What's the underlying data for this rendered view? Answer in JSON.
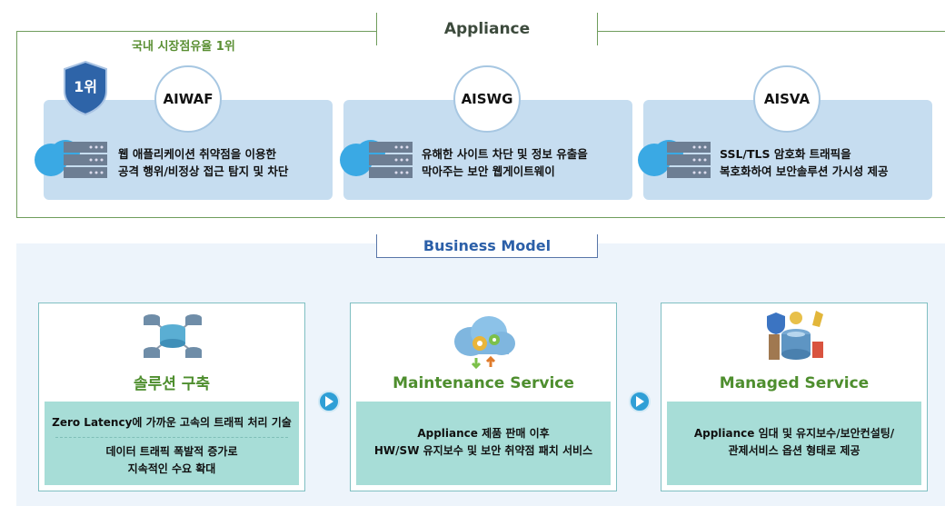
{
  "appliance": {
    "title": "Appliance",
    "subtitle": "국내 시장점유율 1위",
    "badge": "1위",
    "products": [
      {
        "name": "AIWAF",
        "line1": "웹 애플리케이션 취약점을 이용한",
        "line2": "공격 행위/비정상 접근 탐지 및 차단"
      },
      {
        "name": "AISWG",
        "line1": "유해한 사이트 차단 및 정보 유출을",
        "line2": "막아주는 보안 웹게이트웨이"
      },
      {
        "name": "AISVA",
        "line1": "SSL/TLS 암호화 트래픽을",
        "line2": "복호화하여 보안솔루션 가시성 제공"
      }
    ]
  },
  "business_model": {
    "title": "Business Model",
    "cards": [
      {
        "title": "솔루션 구축",
        "line1": "Zero Latency에 가까운 고속의 트래픽 처리 기술",
        "line2": "데이터 트래픽 폭발적 증가로",
        "line3": "지속적인 수요 확대"
      },
      {
        "title": "Maintenance Service",
        "line1": "Appliance 제품 판매 이후",
        "line2": "HW/SW 유지보수 및 보안 취약점 패치 서비스"
      },
      {
        "title": "Managed Service",
        "line1": "Appliance 임대 및 유지보수/보안컨설팅/",
        "line2": "관제서비스 옵션 형태로 제공"
      }
    ]
  },
  "colors": {
    "accent_green": "#4e8e2e",
    "accent_blue": "#2b5fa8",
    "panel_blue": "#c6ddf0",
    "card_teal": "#a7ddd7"
  },
  "icons": [
    "cloud-server-icon",
    "shield-badge-icon",
    "database-network-icon",
    "cloud-gear-icon",
    "managed-security-icon",
    "arrow-right-icon"
  ]
}
